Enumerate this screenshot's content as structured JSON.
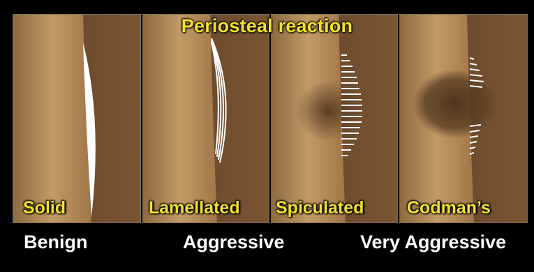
{
  "title": "Periosteal reaction",
  "panels": [
    {
      "label": "Solid",
      "type": "solid"
    },
    {
      "label": "Lamellated",
      "type": "lamellated"
    },
    {
      "label": "Spiculated",
      "type": "spiculated"
    },
    {
      "label": "Codman’s",
      "type": "codman"
    }
  ],
  "categories": {
    "benign": "Benign",
    "aggressive": "Aggressive",
    "very_aggressive": "Very Aggressive"
  },
  "colors": {
    "bone": "#b58c5a",
    "soft_tissue": "#6a4a2c",
    "label": "#f2e22a",
    "reaction": "#ffffff"
  }
}
